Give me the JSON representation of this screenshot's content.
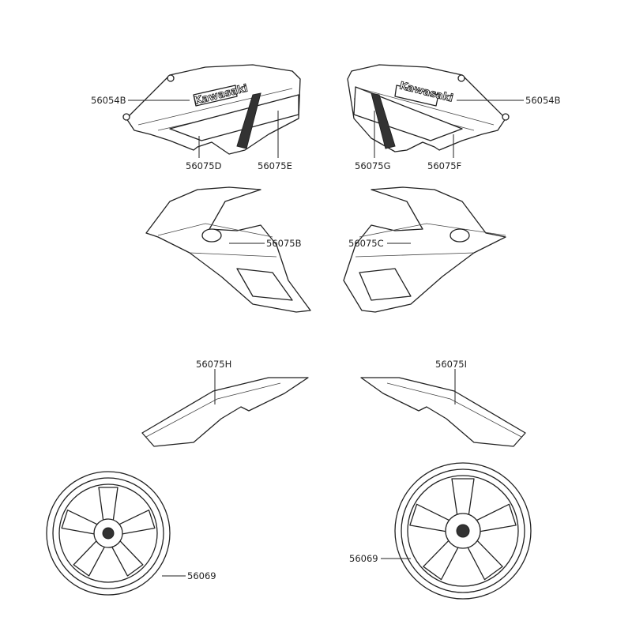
{
  "diagram": {
    "labels": {
      "tank_left_kawasaki": "56054B",
      "tank_right_kawasaki": "56054B",
      "tank_left_lower": "56075D",
      "tank_left_vrs": "56075E",
      "tank_right_vrs": "56075G",
      "tank_right_lower": "56075F",
      "fairing_left": "56075B",
      "fairing_right": "56075C",
      "tail_left": "56075H",
      "tail_right": "56075I",
      "wheel_front": "56069",
      "wheel_rear": "56069"
    },
    "logo_text": "Kawasaki",
    "line_color": "#222222",
    "background": "#ffffff"
  }
}
